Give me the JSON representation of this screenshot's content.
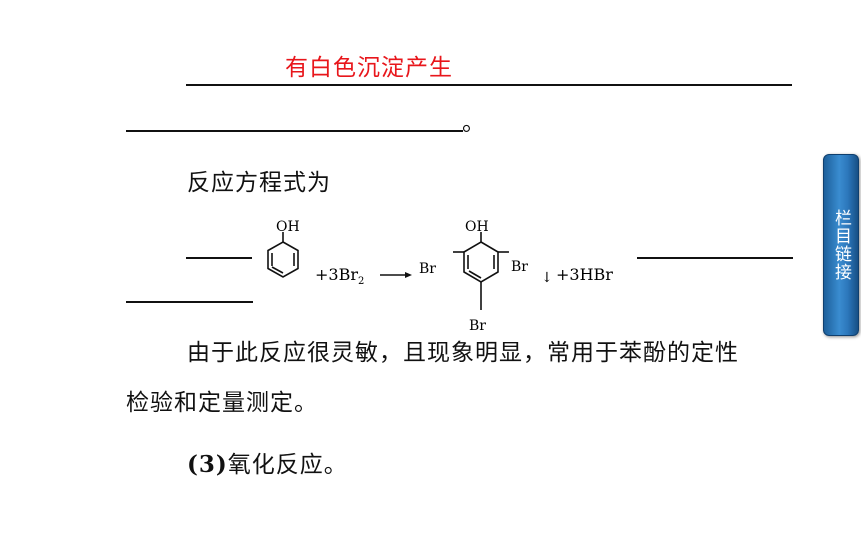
{
  "answer_text": "有白色沉淀产生",
  "period": "。",
  "equation_label": "反应方程式为",
  "reaction": {
    "phenol_oh": "OH",
    "reagent": "+3Br",
    "reagent_sub": "2",
    "product_oh": "OH",
    "product_br_left": "Br",
    "product_br_right": "Br",
    "product_br_bottom": "Br",
    "precipitate_arrow": "↓",
    "byproduct": "+3HBr"
  },
  "paragraph_line1": "由于此反应很灵敏，且现象明显，常用于苯酚的定性",
  "paragraph_line2": "检验和定量测定。",
  "section_heading_num": "(3)",
  "section_heading_text": "氧化反应。",
  "nav_tab_label": "栏目链接",
  "colors": {
    "answer": "#e8161b",
    "tab": "#2c77bb"
  }
}
